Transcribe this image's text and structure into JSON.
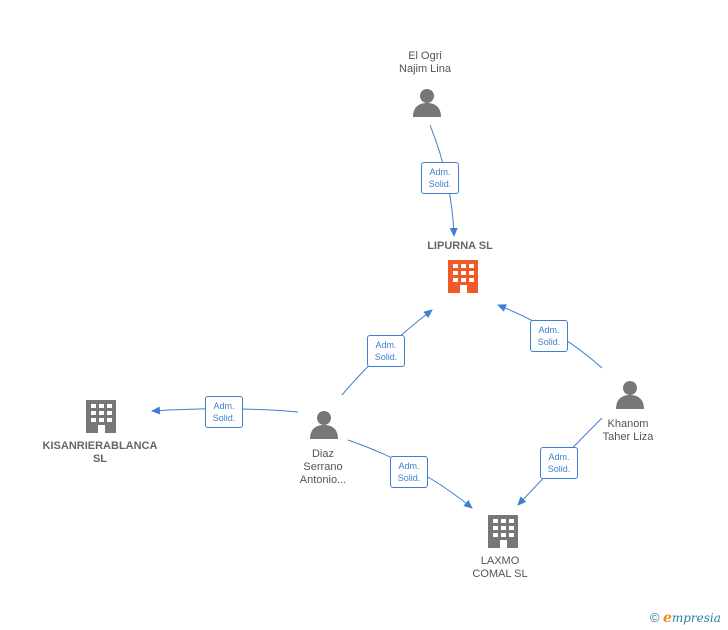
{
  "nodes": {
    "el_ogri": {
      "label1": "El Ogri",
      "label2": "Najim Lina"
    },
    "lipurna": {
      "label": "LIPURNA  SL"
    },
    "kisan": {
      "label1": "KISANRIERABLANCA",
      "label2": "SL"
    },
    "diaz": {
      "label1": "Diaz",
      "label2": "Serrano",
      "label3": "Antonio..."
    },
    "khanom": {
      "label1": "Khanom",
      "label2": "Taher Liza"
    },
    "laxmo": {
      "label1": "LAXMO",
      "label2": "COMAL  SL"
    }
  },
  "edges": {
    "e1": {
      "line1": "Adm.",
      "line2": "Solid."
    },
    "e2": {
      "line1": "Adm.",
      "line2": "Solid."
    },
    "e3": {
      "line1": "Adm.",
      "line2": "Solid."
    },
    "e4": {
      "line1": "Adm.",
      "line2": "Solid."
    },
    "e5": {
      "line1": "Adm.",
      "line2": "Solid."
    },
    "e6": {
      "line1": "Adm.",
      "line2": "Solid."
    }
  },
  "colors": {
    "edge": "#3f7fd0",
    "person": "#777777",
    "company": "#777777",
    "highlight_company": "#f05a28"
  },
  "footer": {
    "copyright": "©",
    "brand_e": "e",
    "brand_rest": "mpresia"
  }
}
